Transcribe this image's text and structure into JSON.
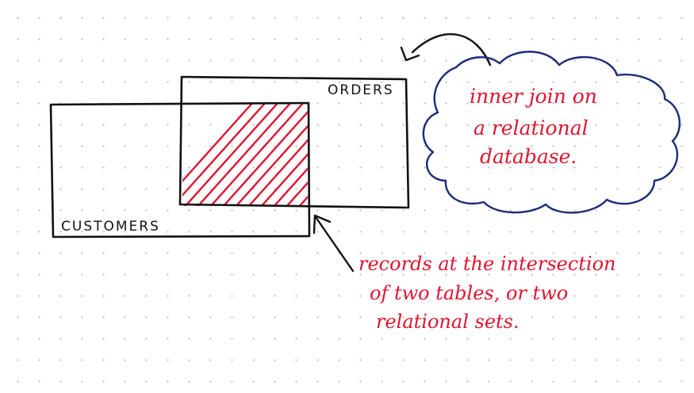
{
  "tables": {
    "orders": {
      "label": "ORDERS"
    },
    "customers": {
      "label": "CUSTOMERS"
    }
  },
  "cloud_note": {
    "lines": [
      "inner join on",
      "a relational",
      "database."
    ]
  },
  "intersection_note": {
    "lines": [
      "records at the intersection",
      "of two tables, or two",
      "relational sets."
    ]
  },
  "colors": {
    "ink": "#111111",
    "red": "#e0142f",
    "navy": "#1b2a7a"
  }
}
